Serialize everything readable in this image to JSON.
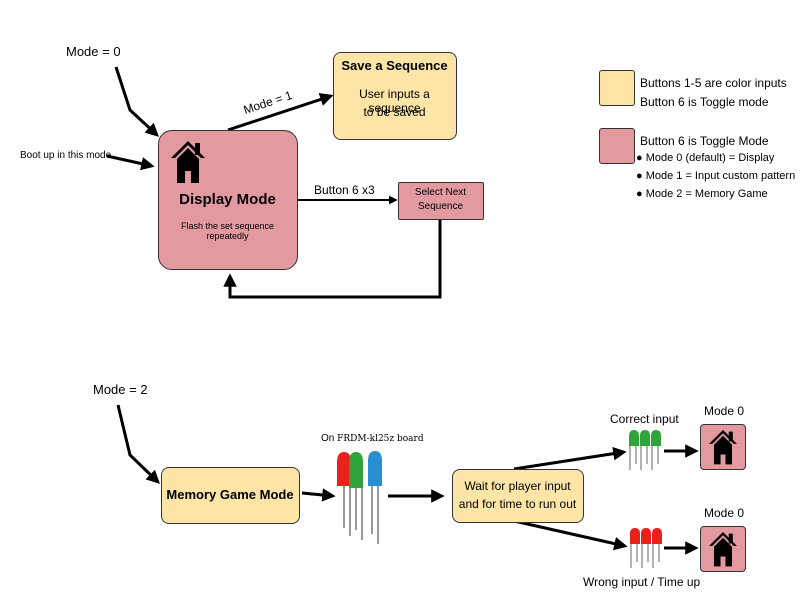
{
  "top": {
    "mode0_label": "Mode = 0",
    "boot_label": "Boot up in this mode",
    "mode1_label": "Mode = 1",
    "button6_label": "Button 6 x3",
    "display_mode": {
      "title": "Display Mode",
      "desc": "Flash the set sequence repeatedly",
      "icon": "home-icon"
    },
    "save_sequence": {
      "title": "Save a Sequence",
      "line1": "User inputs a sequence",
      "line2": "to be saved"
    },
    "select_next": {
      "line1": "Select Next",
      "line2": "Sequence"
    }
  },
  "legend": {
    "yellow_line1": "Buttons 1-5 are color inputs",
    "yellow_line2": "Button 6 is Toggle mode",
    "pink_title": "Button 6 is Toggle Mode",
    "pink_items": [
      "Mode 0 (default) = Display",
      "Mode 1 = Input custom pattern",
      "Mode 2 = Memory Game"
    ],
    "colors": {
      "yellow": "#fce5a6",
      "pink": "#e29aa0"
    }
  },
  "bottom": {
    "mode2_label": "Mode = 2",
    "memory_game": "Memory Game Mode",
    "board_prefix": "On ",
    "board_name": "FRDM-kl25z board",
    "wait": {
      "line1": "Wait for player input",
      "line2": "and for time to run out"
    },
    "correct_label": "Correct input",
    "wrong_label": "Wrong input / Time up",
    "mode0_top": "Mode 0",
    "mode0_bottom": "Mode 0",
    "led_colors": {
      "red": "#e8221b",
      "green": "#2fa43a",
      "blue": "#2a8fd0"
    }
  }
}
